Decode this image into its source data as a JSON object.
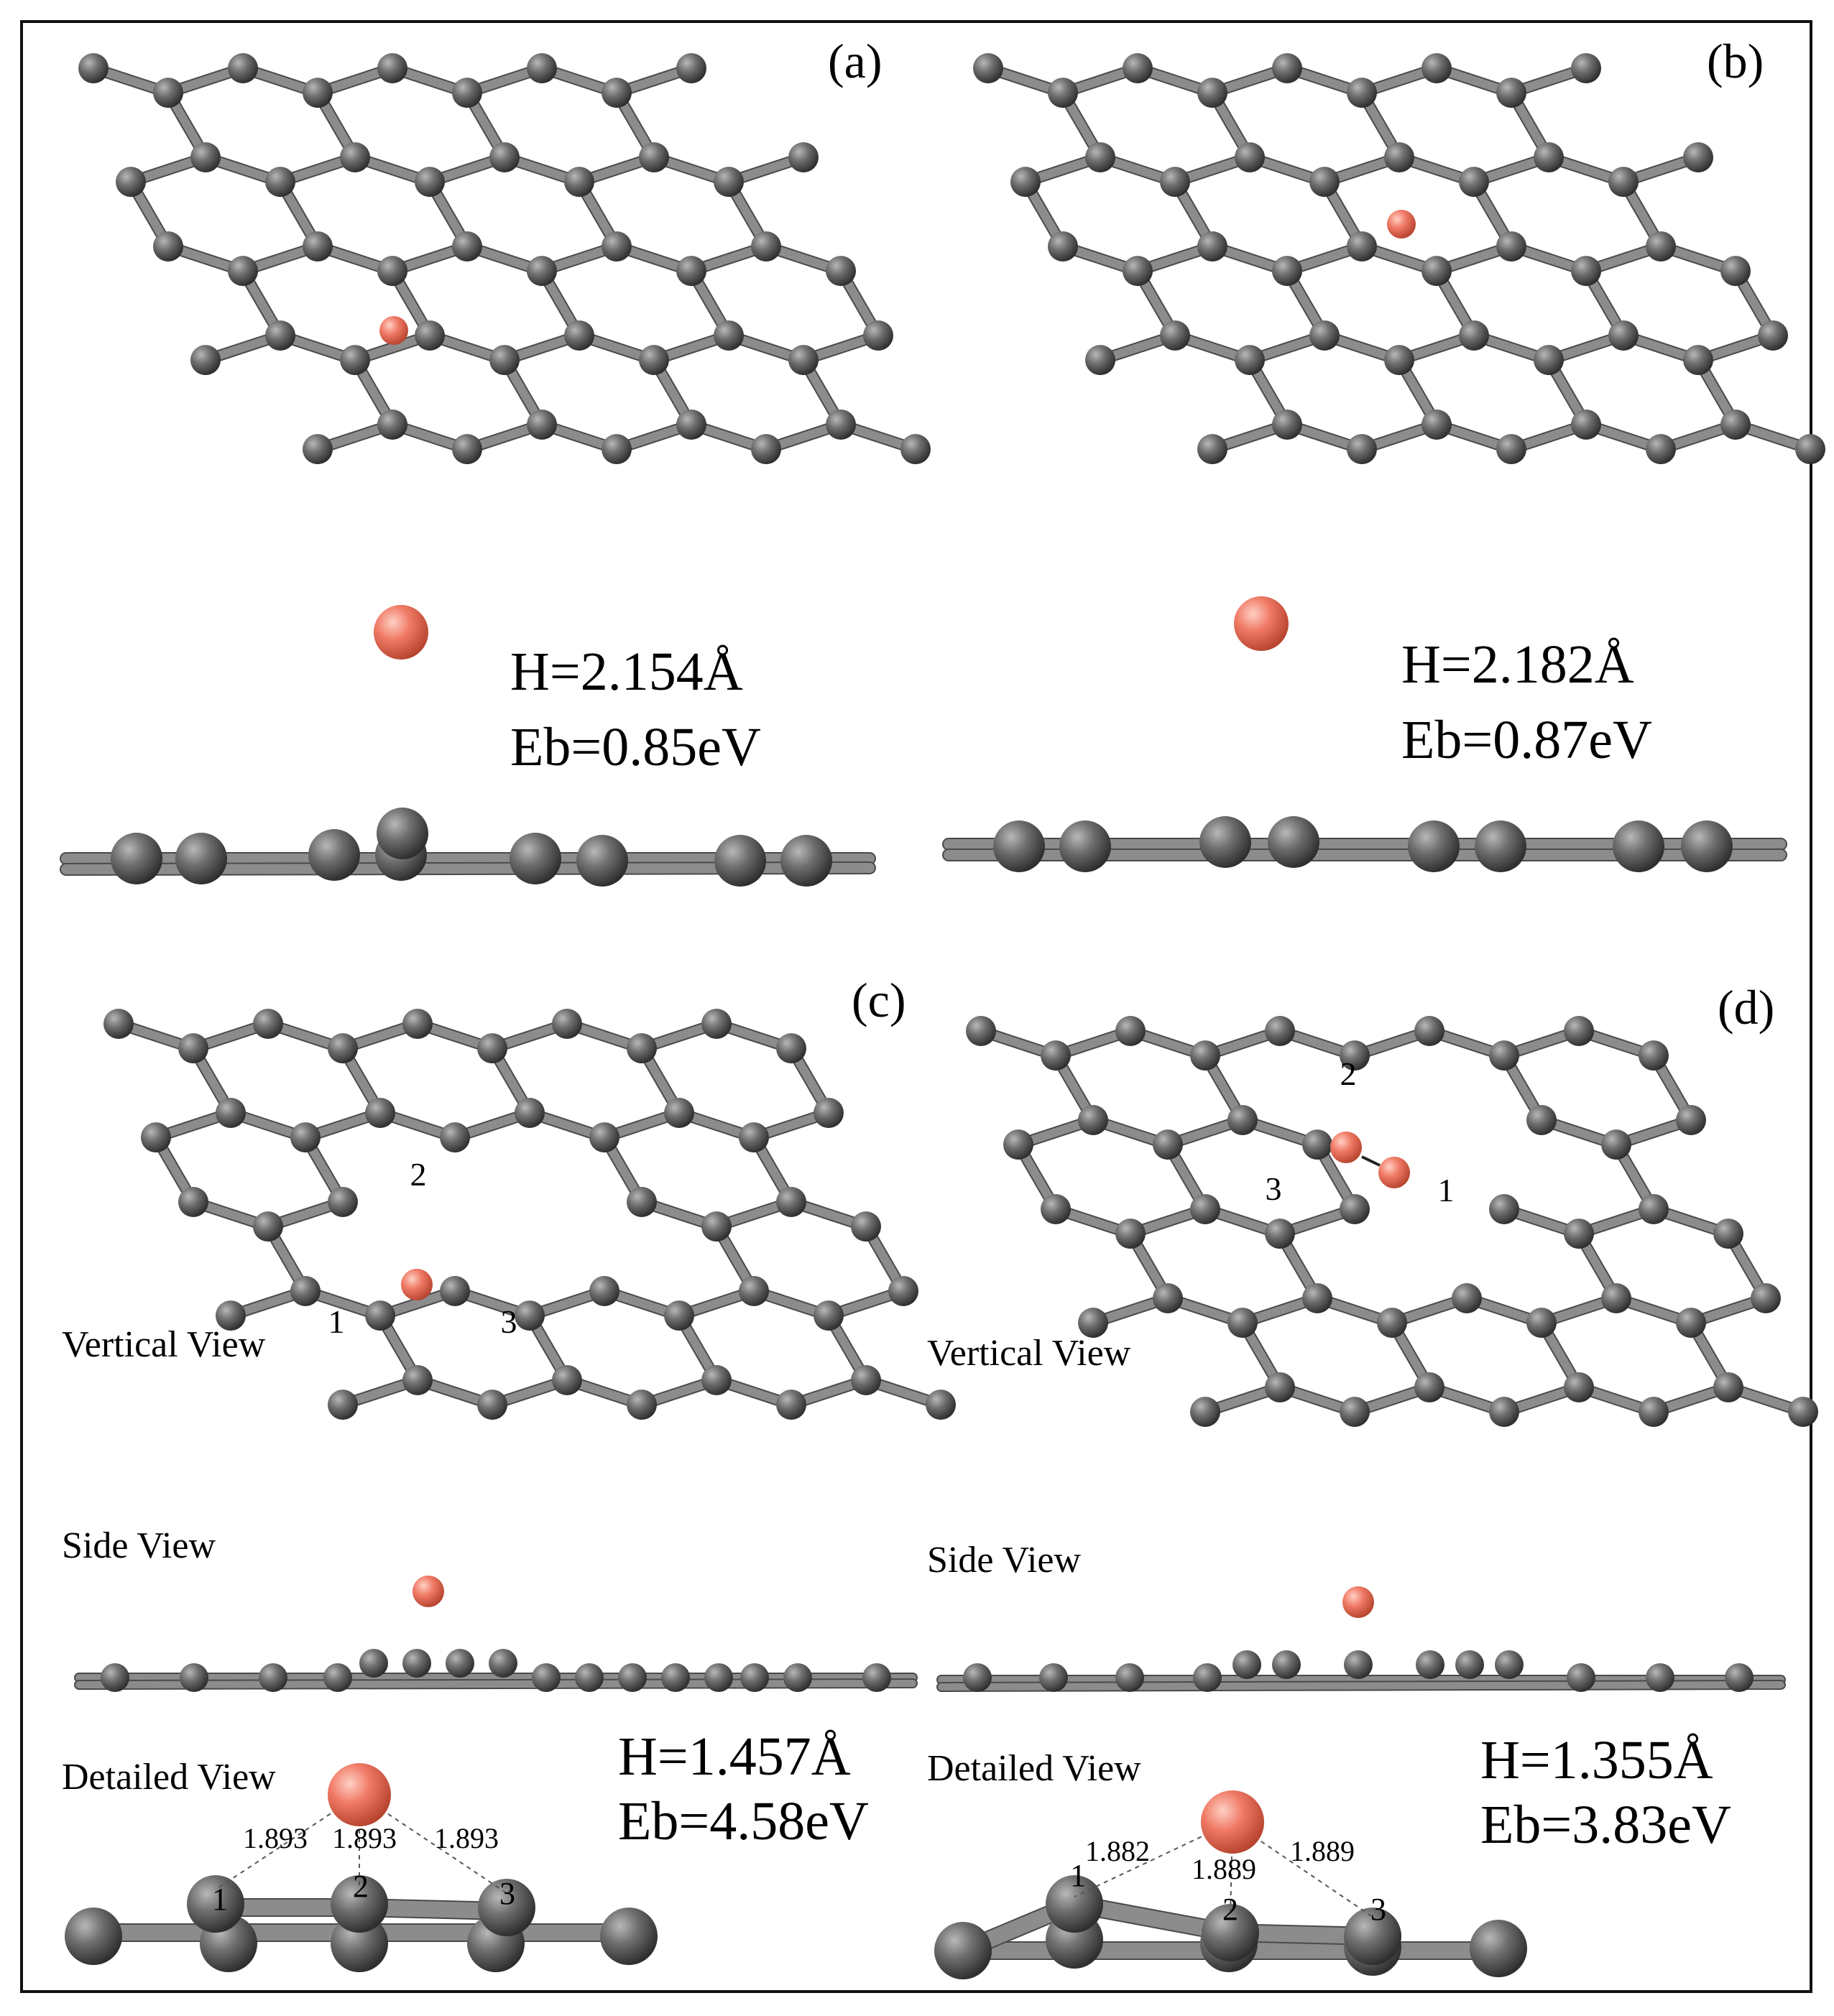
{
  "colors": {
    "carbon": "#6e6e6e",
    "carbon_dark": "#3a3a3a",
    "bond": "#7a7a7a",
    "dopant": "#f07a66",
    "text": "#000000",
    "frame": "#111111"
  },
  "panels": {
    "a": {
      "label": "(a)",
      "height": "H=2.154Å",
      "binding_energy": "Eb=0.85eV"
    },
    "b": {
      "label": "(b)",
      "height": "H=2.182Å",
      "binding_energy": "Eb=0.87eV"
    },
    "c": {
      "label": "(c)",
      "vertical_view": "Vertical View",
      "side_view": "Side View",
      "detailed_view": "Detailed View",
      "height": "H=1.457Å",
      "binding_energy": "Eb=4.58eV",
      "atom_labels": [
        "1",
        "2",
        "3"
      ],
      "bond_lengths": [
        "1.893",
        "1.893",
        "1.893"
      ],
      "detail_atom_labels": [
        "1",
        "2",
        "3"
      ]
    },
    "d": {
      "label": "(d)",
      "vertical_view": "Vertical View",
      "side_view": "Side View",
      "detailed_view": "Detailed View",
      "height": "H=1.355Å",
      "binding_energy": "Eb=3.83eV",
      "atom_labels": [
        "2",
        "3",
        "1"
      ],
      "bond_lengths": [
        "1.882",
        "1.889",
        "1.889"
      ],
      "detail_atom_labels": [
        "1",
        "2",
        "3"
      ]
    }
  }
}
